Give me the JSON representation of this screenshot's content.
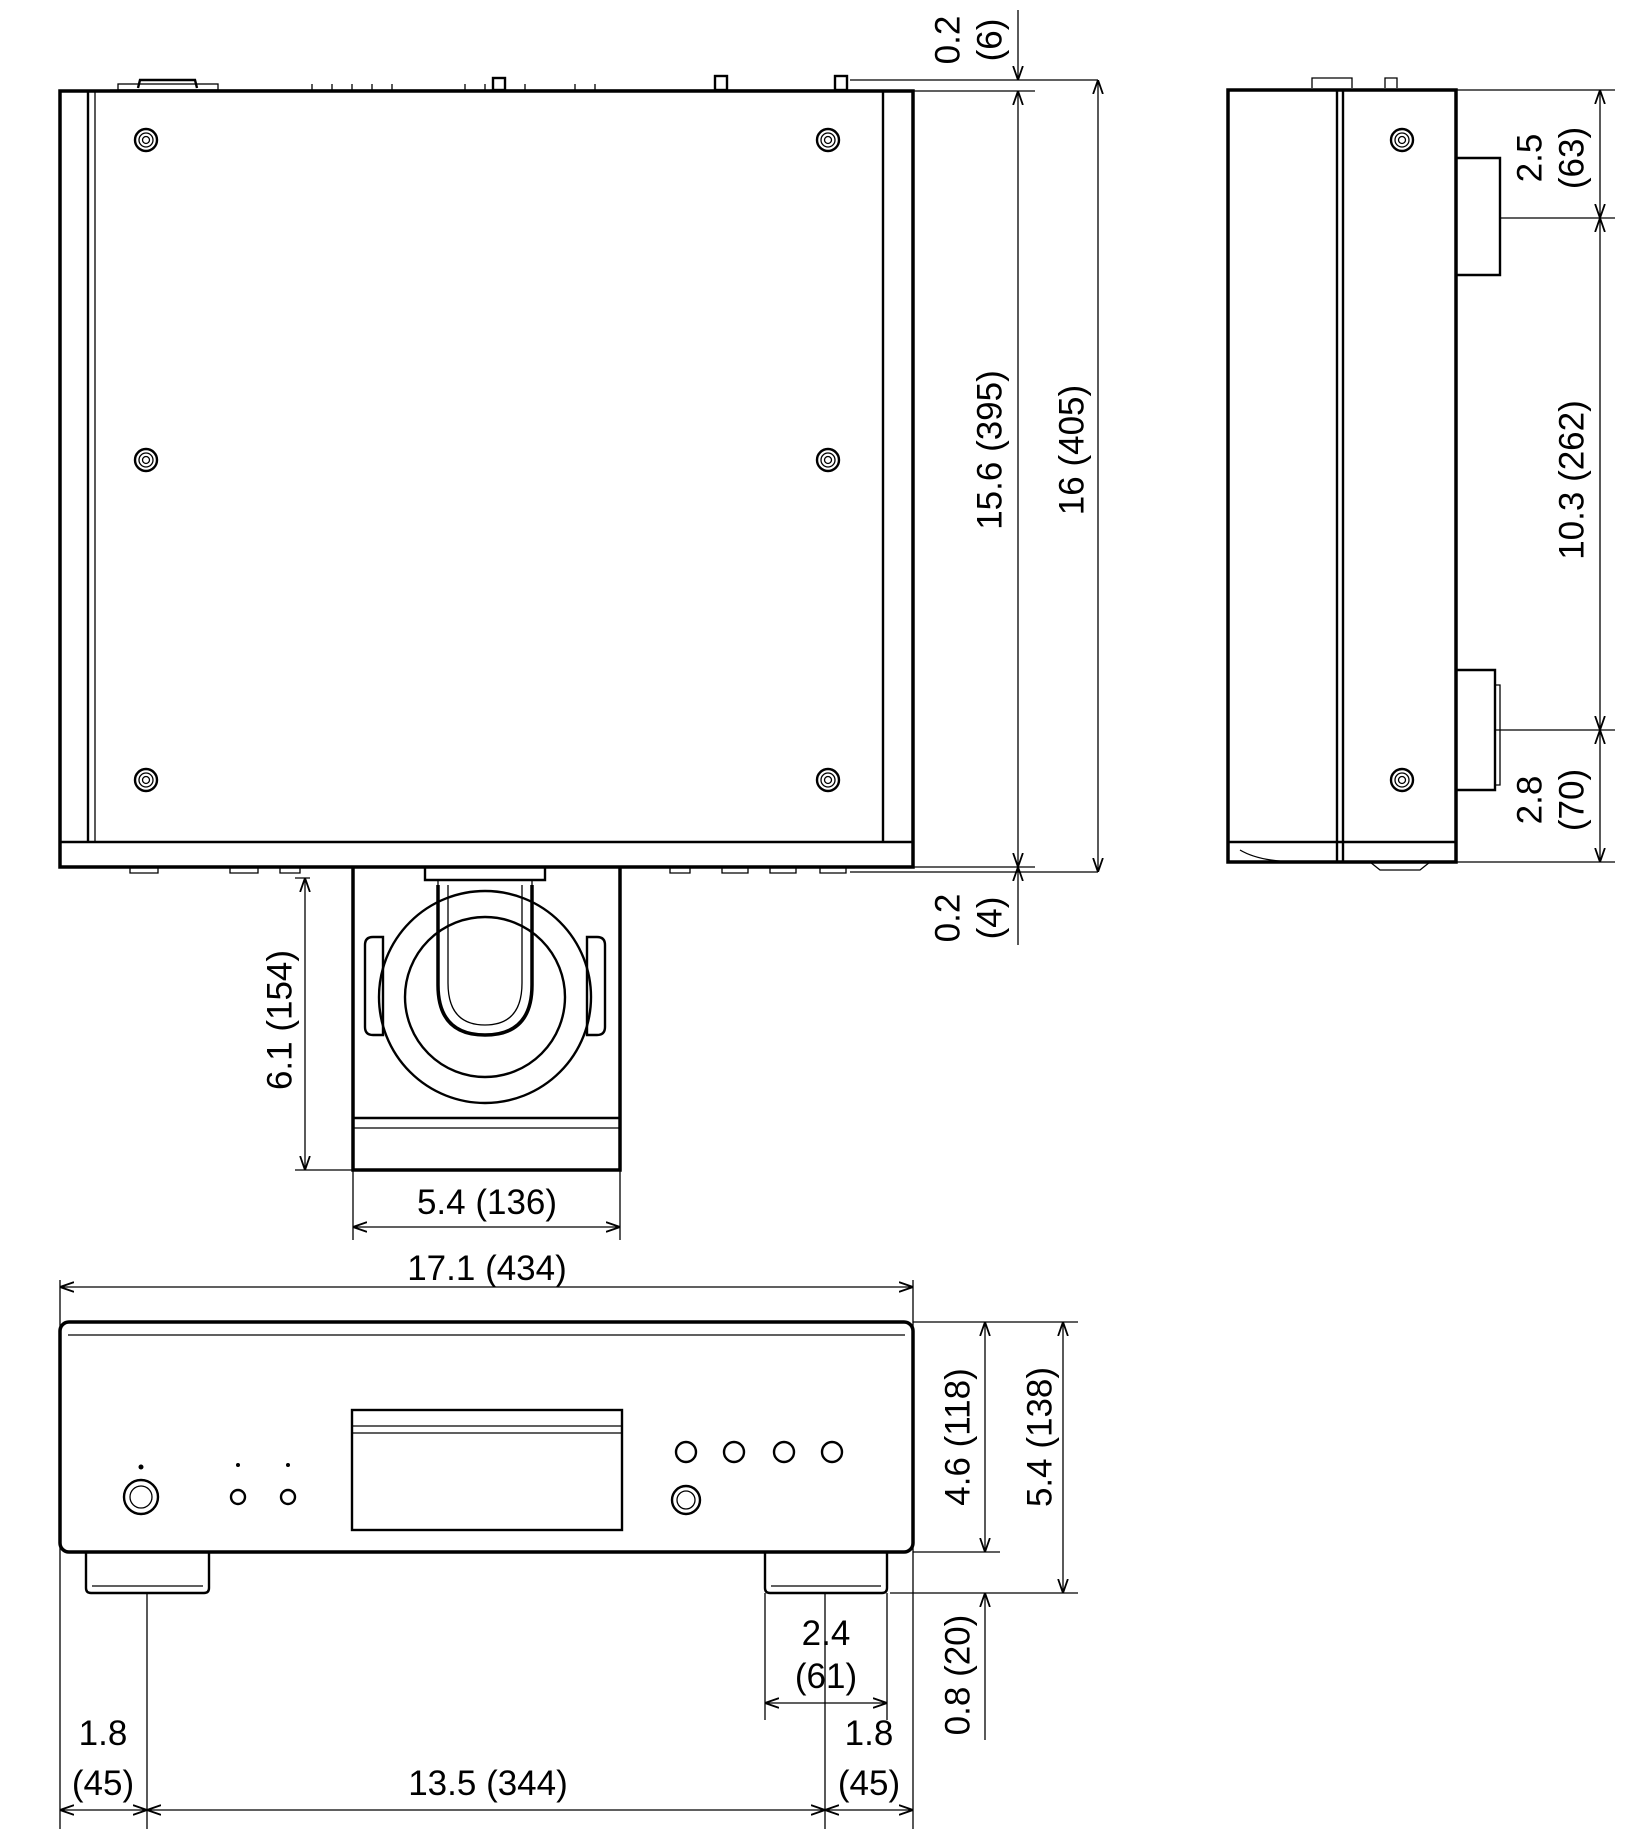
{
  "diagram": {
    "type": "dimension drawing",
    "views": [
      "top",
      "side",
      "front"
    ],
    "units": "in (mm)"
  },
  "dimensions": {
    "top_view": {
      "rear_protrusion_in": "0.2",
      "rear_protrusion_mm": "(6)",
      "body_depth": "15.6 (395)",
      "total_depth": "16 (405)",
      "front_protrusion_in": "0.2",
      "front_protrusion_mm": "(4)",
      "tray_depth": "6.1 (154)",
      "tray_width": "5.4 (136)"
    },
    "side_view": {
      "rear_top_in": "2.5",
      "rear_top_mm": "(63)",
      "middle": "10.3 (262)",
      "rear_bottom_in": "2.8",
      "rear_bottom_mm": "(70)"
    },
    "front_view": {
      "total_width": "17.1 (434)",
      "body_height": "4.6 (118)",
      "total_height": "5.4 (138)",
      "foot_height": "0.8 (20)",
      "foot_width_in": "2.4",
      "foot_width_mm": "(61)",
      "left_margin_in": "1.8",
      "left_margin_mm": "(45)",
      "foot_spacing": "13.5 (344)",
      "right_margin_in": "1.8",
      "right_margin_mm": "(45)"
    }
  }
}
